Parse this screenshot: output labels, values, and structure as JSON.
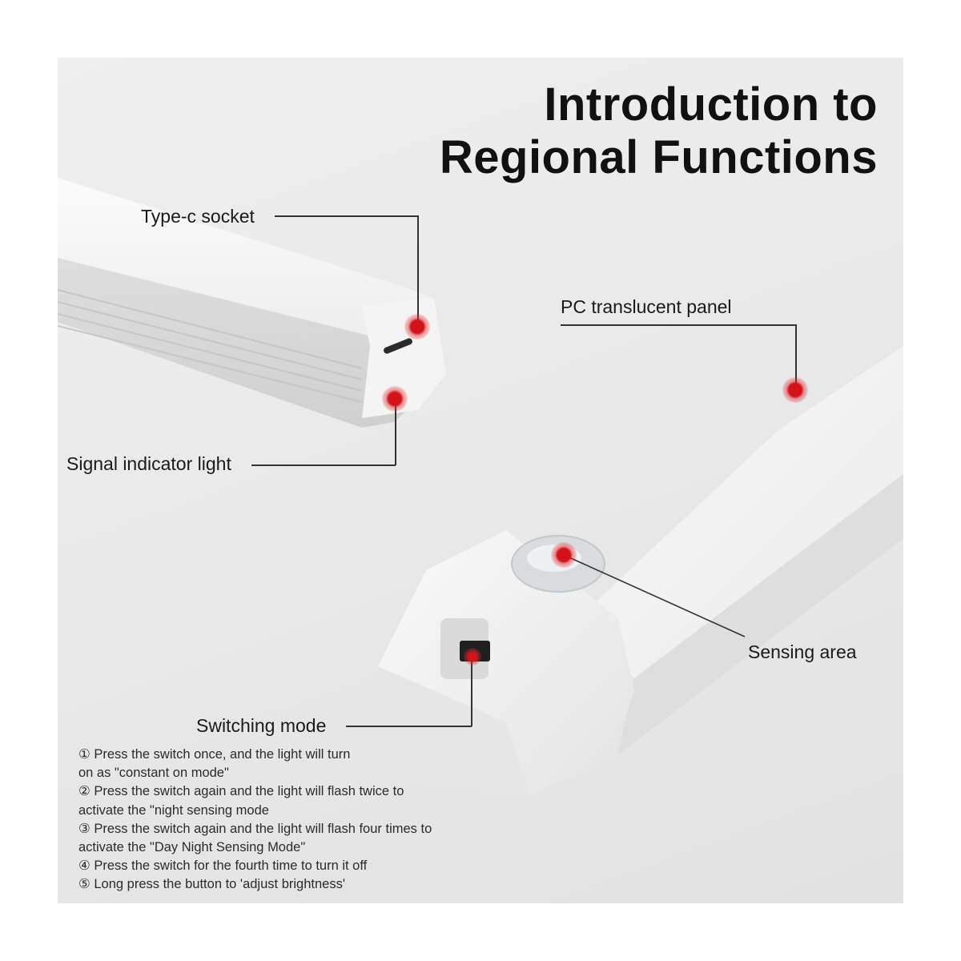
{
  "title": {
    "line1": "Introduction to",
    "line2": "Regional Functions"
  },
  "callouts": {
    "type_c_socket": "Type-c socket",
    "signal_indicator_light": "Signal indicator light",
    "pc_translucent_panel": "PC translucent panel",
    "sensing_area": "Sensing area",
    "switching_mode": "Switching mode"
  },
  "instructions": [
    "① Press the switch once, and the light will turn",
    "on as \"constant on mode\"",
    "② Press the switch again and the light will flash twice to",
    "activate the \"night sensing mode",
    "③ Press the switch again and the light will flash four times to",
    "activate the \"Day Night Sensing Mode\"",
    "④ Press the switch for the fourth time to turn it off",
    "⑤ Long press the button to 'adjust brightness'"
  ],
  "colors": {
    "marker": "#d4121a",
    "leader_line": "#333333",
    "background": "#e9e9e9",
    "title_text": "#111111"
  }
}
